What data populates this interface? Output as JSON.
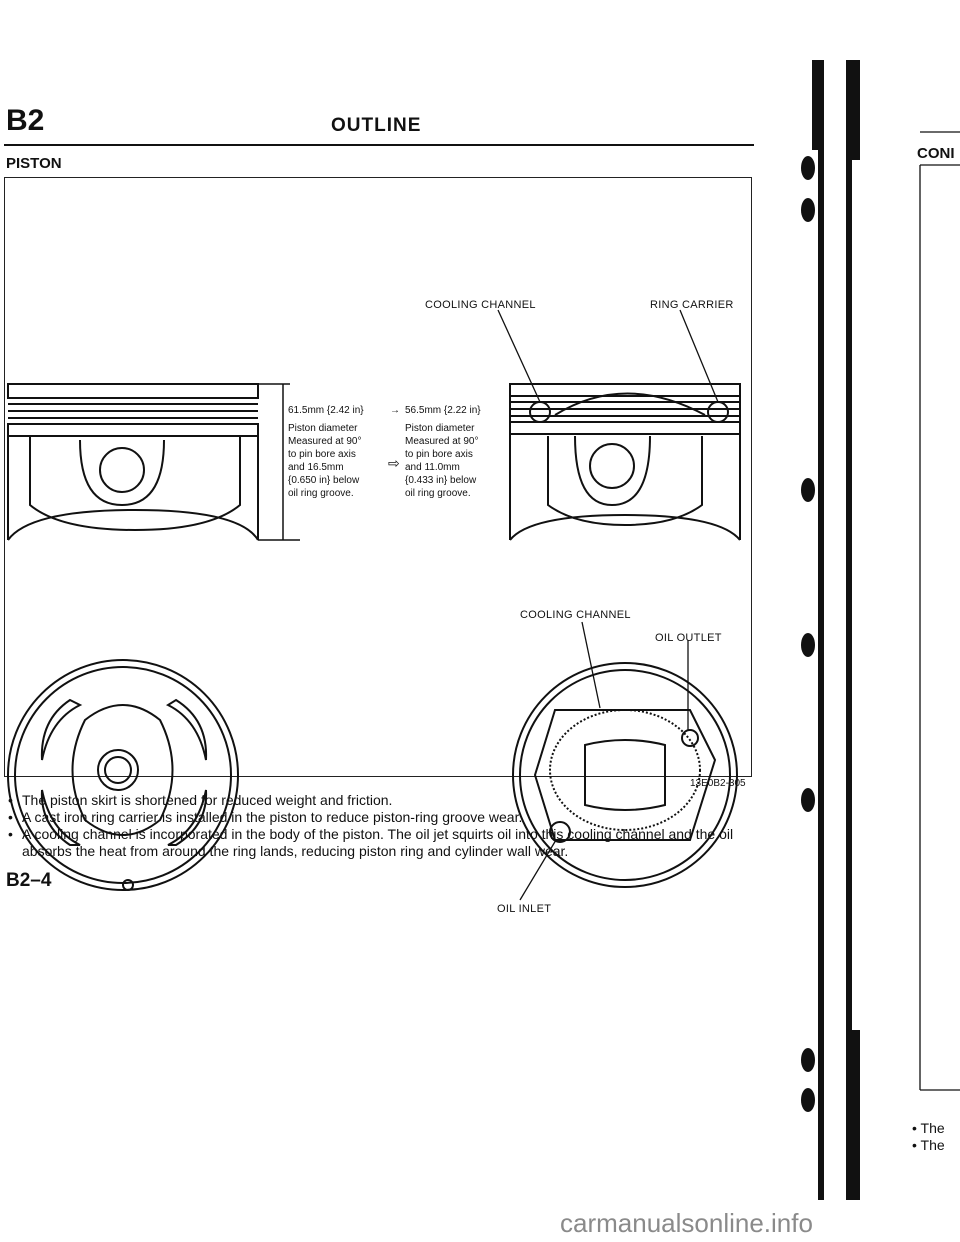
{
  "header": {
    "code": "B2",
    "title": "OUTLINE"
  },
  "section": {
    "title": "PISTON"
  },
  "figure": {
    "labels": {
      "cooling_channel_top": "COOLING CHANNEL",
      "ring_carrier": "RING CARRIER",
      "cooling_channel_bottom": "COOLING CHANNEL",
      "oil_outlet": "OIL OUTLET",
      "oil_inlet": "OIL INLET"
    },
    "spec_left": {
      "line1": "61.5mm {2.42 in}",
      "line2": "Piston diameter",
      "line3": "Measured at 90°",
      "line4": "to pin bore axis",
      "line5": "and 16.5mm",
      "line6": "{0.650 in} below",
      "line7": "oil ring groove."
    },
    "spec_right": {
      "line1": "56.5mm {2.22 in}",
      "line2": "Piston diameter",
      "line3": "Measured at 90°",
      "line4": "to pin bore axis",
      "line5": "and 11.0mm",
      "line6": "{0.433 in} below",
      "line7": "oil ring groove."
    },
    "spec_arrow_top": "→",
    "spec_arrow_mid": "⇨",
    "figure_id": "13E0B2-305"
  },
  "bullets": [
    "The piston skirt is shortened for reduced weight and friction.",
    "A cast iron ring carrier is installed in the piston to reduce piston-ring groove wear.",
    "A cooling channel is incorporated in the body of the piston. The oil jet squirts oil into this cooling channel and the oil absorbs the heat from around the ring lands, reducing piston ring and cylinder wall wear."
  ],
  "footer": {
    "page": "B2–4"
  },
  "side_page": {
    "heading": "CONI",
    "bullet1": "The",
    "bullet2": "The"
  },
  "watermark": "carmanualsonline.info"
}
